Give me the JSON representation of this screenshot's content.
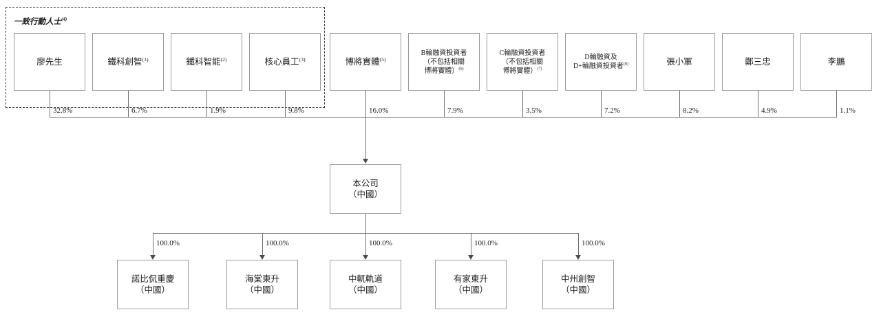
{
  "diagram": {
    "title": "Shareholding Structure Chart",
    "group": {
      "caption": "一致行動人士",
      "caption_footnote": "(4)"
    },
    "shareholders": [
      {
        "name": "廖先生",
        "footnote": "",
        "pct": "32.8%",
        "in_group": true
      },
      {
        "name": "鐵科創智",
        "footnote": "(1)",
        "pct": "6.7%",
        "in_group": true
      },
      {
        "name": "鐵科智能",
        "footnote": "(2)",
        "pct": "1.9%",
        "in_group": true
      },
      {
        "name": "核心員工",
        "footnote": "(3)",
        "pct": "9.8%",
        "in_group": true
      },
      {
        "name": "博將實體",
        "footnote": "(5)",
        "pct": "16.0%",
        "in_group": false
      },
      {
        "name": "B輪融資投資者\n（不包括相關\n博將實體）",
        "footnote": "(6)",
        "pct": "7.9%",
        "in_group": false
      },
      {
        "name": "C輪融資投資者\n（不包括相關\n博將實體）",
        "footnote": "(7)",
        "pct": "3.5%",
        "in_group": false
      },
      {
        "name": "D輪融資及\nD+輪融資投資者",
        "footnote": "(8)",
        "pct": "7.2%",
        "in_group": false
      },
      {
        "name": "張小軍",
        "footnote": "",
        "pct": "8.2%",
        "in_group": false
      },
      {
        "name": "鄭三忠",
        "footnote": "",
        "pct": "4.9%",
        "in_group": false
      },
      {
        "name": "李鵬",
        "footnote": "",
        "pct": "1.1%",
        "in_group": false
      }
    ],
    "company": {
      "name": "本公司",
      "jurisdiction": "（中國）"
    },
    "subsidiaries": [
      {
        "name": "諾比侃重慶",
        "jurisdiction": "（中國）",
        "pct": "100.0%"
      },
      {
        "name": "海棠東升",
        "jurisdiction": "（中國）",
        "pct": "100.0%"
      },
      {
        "name": "中軏軌道",
        "jurisdiction": "（中國）",
        "pct": "100.0%"
      },
      {
        "name": "有家東升",
        "jurisdiction": "（中國）",
        "pct": "100.0%"
      },
      {
        "name": "中州創智",
        "jurisdiction": "（中國）",
        "pct": "100.0%"
      }
    ],
    "colors": {
      "box_border": "#9a9a9a",
      "group_border": "#3a3a3a",
      "connector": "#6f6f6f",
      "arrow": "#4a4a4a",
      "text": "#1b1b1b",
      "background": "#ffffff"
    }
  }
}
